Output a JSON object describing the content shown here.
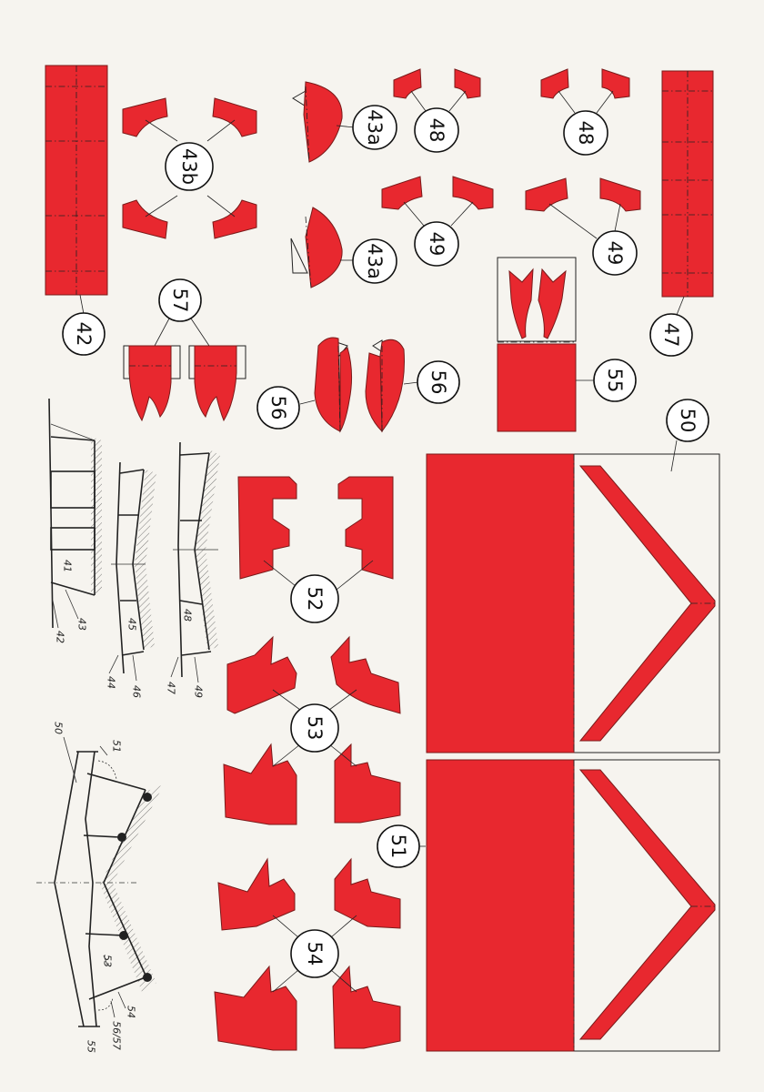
{
  "colors": {
    "part_red": "#e8282f",
    "paper": "#f6f4ef",
    "ink": "#222222"
  },
  "callouts": {
    "p42": "42",
    "p43b": "43b",
    "p43a_top": "43a",
    "p43a_bottom": "43a",
    "p48_left": "48",
    "p48_right": "48",
    "p49_left": "49",
    "p49_right": "49",
    "p47": "47",
    "p57": "57",
    "p56_left": "56",
    "p56_right": "56",
    "p55": "55",
    "p50": "50",
    "p52": "52",
    "p53": "53",
    "p54": "54",
    "p51": "51"
  },
  "diagram_labels": {
    "d41": "41",
    "d43": "43",
    "d42": "42",
    "d45": "45",
    "d44": "44",
    "d46": "46",
    "d48": "48",
    "d47": "47",
    "d49": "49",
    "d50": "50",
    "d51": "51",
    "d53": "53",
    "d54": "54",
    "d5657": "56/57",
    "d55": "55"
  }
}
